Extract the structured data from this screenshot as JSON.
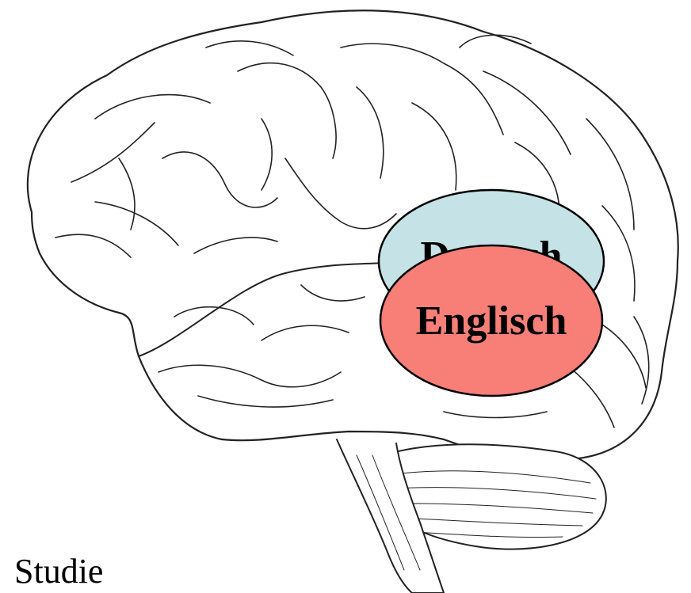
{
  "diagram": {
    "label_back": "Deutsch",
    "label_front": "Englisch",
    "back_color": "#c5e3e6",
    "front_color": "#f77f77",
    "caption": "Studie"
  }
}
